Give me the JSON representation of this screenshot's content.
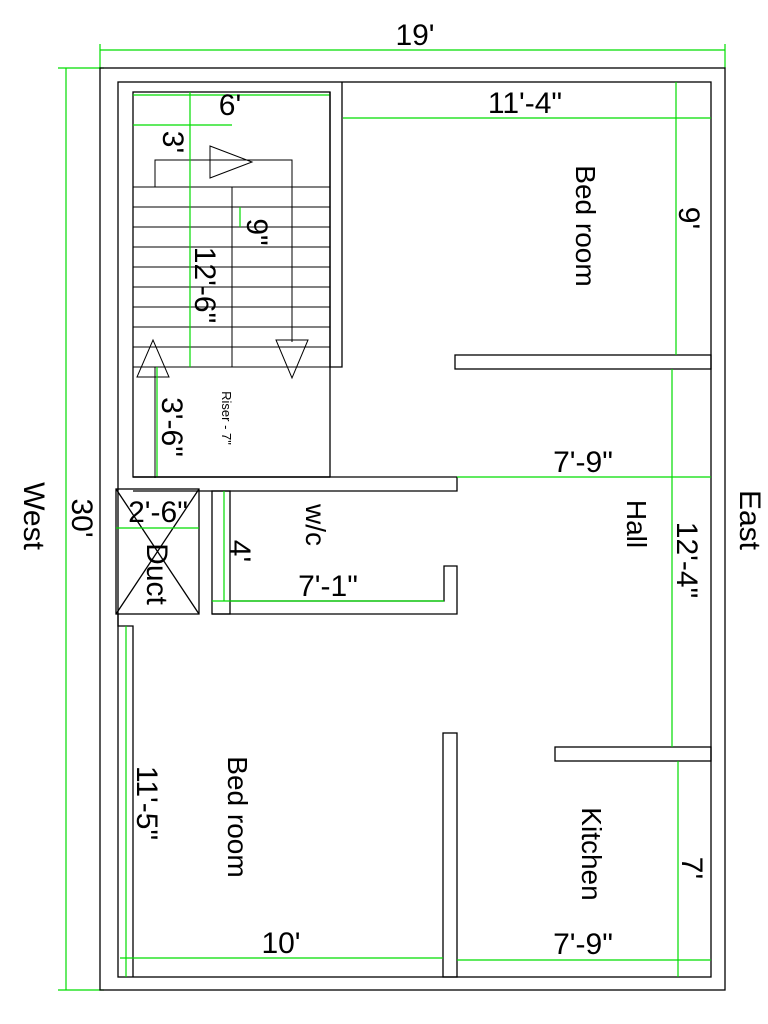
{
  "plan": {
    "north_width": "19'",
    "total_depth": "30'",
    "side_west": "West",
    "side_east": "East",
    "stair": {
      "width": "6'",
      "flight_width": "3'",
      "tread": "9\"",
      "flight_length": "12'-6\"",
      "landing": "3'-6\"",
      "riser": "Riser - 7\""
    },
    "bedroom_top": {
      "label": "Bed room",
      "width": "11'-4\"",
      "depth": "9'"
    },
    "hall": {
      "label": "Hall",
      "width": "7'-9\"",
      "depth": "12'-4\""
    },
    "wc": {
      "label": "w/c",
      "width": "7'-1\"",
      "depth": "4'"
    },
    "duct": {
      "label": "Duct",
      "width": "2'-6\""
    },
    "bedroom_bottom": {
      "label": "Bed room",
      "width": "10'",
      "depth": "11'-5\""
    },
    "kitchen": {
      "label": "Kitchen",
      "width": "7'-9\"",
      "depth": "7'"
    }
  }
}
